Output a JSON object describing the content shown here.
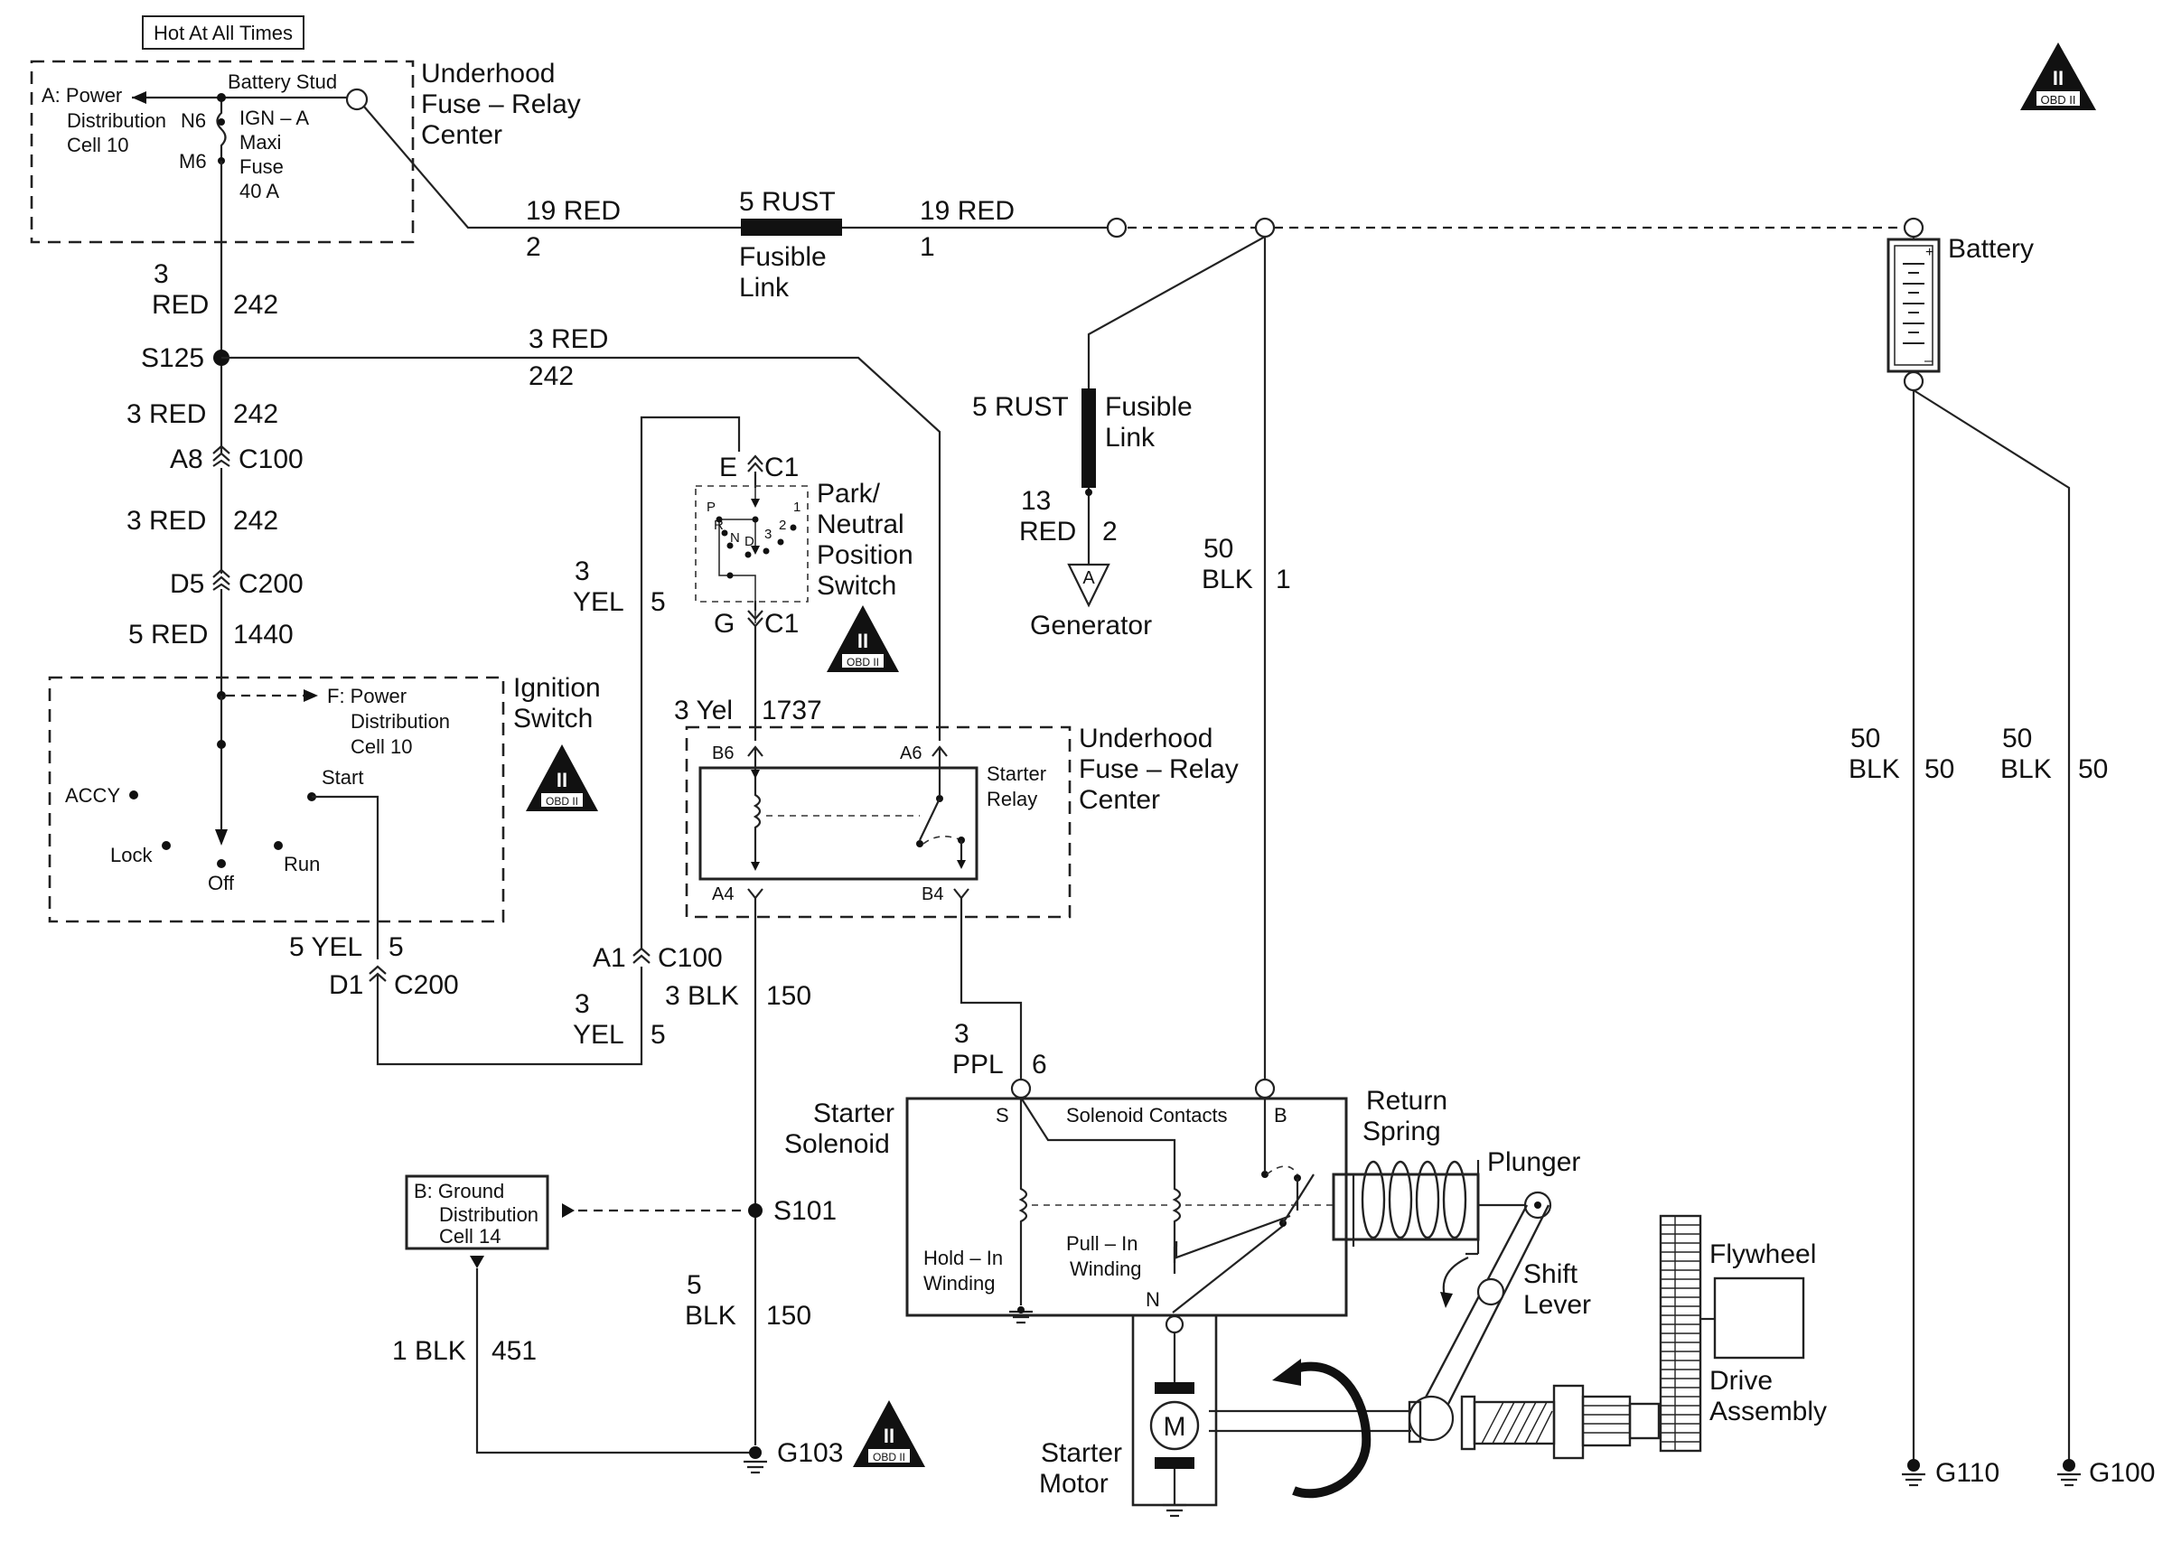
{
  "header": {
    "hot_at_all_times": "Hot At All Times",
    "obd_symbol": "II",
    "obd_caption": "OBD II"
  },
  "fuse_relay_top": {
    "title": [
      "Underhood",
      "Fuse – Relay",
      "Center"
    ],
    "power_ref": [
      "A: Power",
      "Distribution",
      "Cell 10"
    ],
    "battery_stud": "Battery Stud",
    "pin_n6": "N6",
    "pin_m6": "M6",
    "fuse": [
      "IGN – A",
      "Maxi",
      "Fuse",
      "40 A"
    ]
  },
  "main_feed": {
    "left_wire": "19 RED",
    "left_pin": "2",
    "link_gauge": "5 RUST",
    "link_name": [
      "Fusible",
      "Link"
    ],
    "right_wire": "19 RED",
    "right_pin": "1"
  },
  "battery": {
    "label": "Battery",
    "plus": "+",
    "minus": "–"
  },
  "generator_branch": {
    "link_gauge": "5 RUST",
    "link_name": [
      "Fusible",
      "Link"
    ],
    "wire": [
      "13",
      "RED"
    ],
    "pin": "2",
    "connector": "A",
    "label": "Generator"
  },
  "starter_feed": {
    "wire": [
      "50",
      "BLK"
    ],
    "pin": "1"
  },
  "left_chain": {
    "w1": [
      "3",
      "RED"
    ],
    "w1_num": "242",
    "splice": "S125",
    "w2": "3 RED",
    "w2_num": "242",
    "c100_pin": "A8",
    "c100": "C100",
    "w3": "3 RED",
    "w3_num": "242",
    "c200_pin": "D5",
    "c200": "C200",
    "w4": "5 RED",
    "w4_num": "1440"
  },
  "cross_wire": {
    "label": "3 RED",
    "num": "242"
  },
  "pnp_switch": {
    "title": [
      "Park/",
      "Neutral",
      "Position",
      "Switch"
    ],
    "top_pin": "E",
    "top_conn": "C1",
    "bottom_pin": "G",
    "bottom_conn": "C1",
    "positions": [
      "P",
      "R",
      "N",
      "D",
      "3",
      "2",
      "1"
    ]
  },
  "yel_wires": {
    "top": [
      "3",
      "YEL"
    ],
    "top_num": "5",
    "ign_out": "5 YEL",
    "ign_out_num": "5",
    "d1": "D1",
    "c200": "C200",
    "a1": "A1",
    "c100": "C100",
    "bottom": [
      "3",
      "YEL"
    ],
    "bottom_num": "5",
    "relay_in": "3 Yel",
    "relay_in_num": "1737"
  },
  "ignition_switch": {
    "title": [
      "Ignition",
      "Switch"
    ],
    "power_ref": [
      "F: Power",
      "Distribution",
      "Cell 10"
    ],
    "positions": {
      "start": "Start",
      "accy": "ACCY",
      "lock": "Lock",
      "run": "Run",
      "off": "Off"
    }
  },
  "relay_center": {
    "title": [
      "Underhood",
      "Fuse – Relay",
      "Center"
    ],
    "relay": [
      "Starter",
      "Relay"
    ],
    "pins": {
      "b6": "B6",
      "a6": "A6",
      "a4": "A4",
      "b4": "B4"
    }
  },
  "ground_path": {
    "w1": "3 BLK",
    "w1_num": "150",
    "splice": "S101",
    "w2": [
      "5",
      "BLK"
    ],
    "w2_num": "150",
    "ground_ref": [
      "B: Ground",
      "Distribution",
      "Cell 14"
    ],
    "w3": "1 BLK",
    "w3_num": "451",
    "ground": "G103"
  },
  "ppl_wire": {
    "wire": [
      "3",
      "PPL"
    ],
    "pin": "6"
  },
  "solenoid": {
    "title": [
      "Starter",
      "Solenoid"
    ],
    "contacts": "Solenoid Contacts",
    "s": "S",
    "b": "B",
    "n": "N",
    "hold": [
      "Hold – In",
      "Winding"
    ],
    "pull": [
      "Pull – In",
      "Winding"
    ]
  },
  "mechanism": {
    "return_spring": [
      "Return",
      "Spring"
    ],
    "plunger": "Plunger",
    "shift_lever": [
      "Shift",
      "Lever"
    ],
    "flywheel": "Flywheel",
    "drive": [
      "Drive",
      "Assembly"
    ],
    "motor_symbol": "M",
    "motor": [
      "Starter",
      "Motor"
    ]
  },
  "battery_grounds": {
    "left_wire": [
      "50",
      "BLK"
    ],
    "left_num": "50",
    "left_ground": "G110",
    "right_wire": [
      "50",
      "BLK"
    ],
    "right_num": "50",
    "right_ground": "G100"
  }
}
